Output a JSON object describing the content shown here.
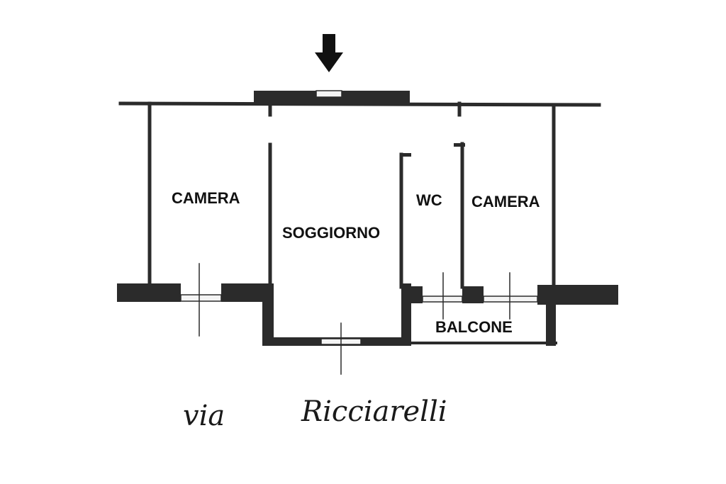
{
  "rooms": {
    "camera_left": "CAMERA",
    "soggiorno": "SOGGIORNO",
    "wc": "WC",
    "camera_right": "CAMERA",
    "balcone": "BALCONE"
  },
  "street": {
    "word1": "via",
    "word2": "Ricciarelli"
  },
  "icons": {
    "entrance": "down-arrow-icon"
  },
  "colors": {
    "walls": "#2b2b2b",
    "background": "#ffffff"
  }
}
